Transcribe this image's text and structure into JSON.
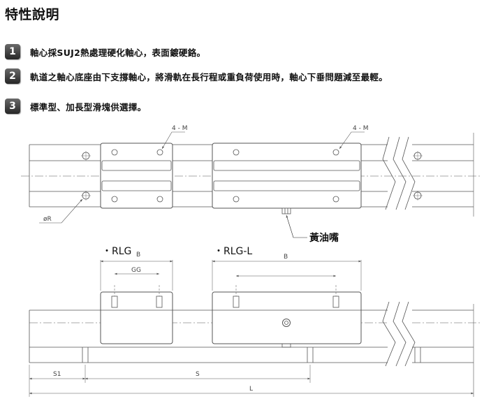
{
  "title": "特性說明",
  "features": [
    {
      "num": "1",
      "text": "軸心採SUJ2熱處理硬化軸心，表面鍍硬鉻。"
    },
    {
      "num": "2",
      "text": "軌道之軸心底座由下支撐軸心，將滑軌在長行程或重負荷使用時，軸心下垂問題減至最輕。"
    },
    {
      "num": "3",
      "text": "標準型、加長型滑塊供選擇。"
    }
  ],
  "drawing": {
    "mount_label_left": "4 - M",
    "mount_label_right": "4 - M",
    "diameter_label": "øR",
    "grease_label": "黃油嘴",
    "model_standard": "・RLG",
    "model_standard_sub": "B",
    "model_long": "・RLG-L",
    "dim_gg": "GG",
    "dim_b": "B",
    "dim_s1": "S1",
    "dim_s": "S",
    "dim_l": "L"
  }
}
